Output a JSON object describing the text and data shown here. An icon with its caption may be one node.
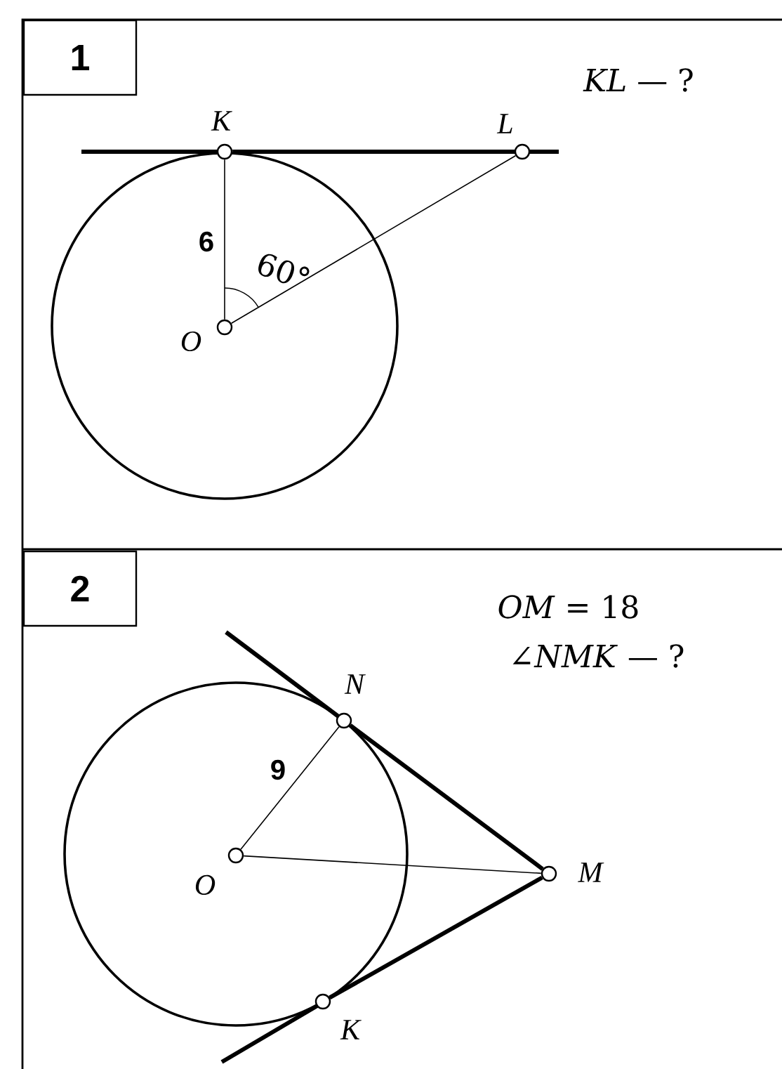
{
  "diagram": {
    "nodes": [
      {
        "text": [
          "1"
        ]
      },
      {
        "text": [],
        "shape": "circle",
        "beside": [
          "*K*"
        ]
      },
      {
        "text": [],
        "shape": "circle",
        "beside": [
          "*L*"
        ]
      },
      {
        "text": [],
        "shape": "circle",
        "beside": [
          "*O*"
        ]
      },
      {
        "text": [
          "2"
        ]
      },
      {
        "text": [],
        "shape": "circle",
        "beside": [
          "*N*"
        ]
      },
      {
        "text": [],
        "shape": "circle",
        "beside": [
          "*O*"
        ]
      },
      {
        "text": [],
        "shape": "circle",
        "beside": [
          "*M*"
        ]
      },
      {
        "text": [],
        "shape": "circle",
        "beside": [
          "*K*"
        ]
      }
    ],
    "edges": [
      {
        "from": 1,
        "to": 2,
        "arrow": "none",
        "style": "thick"
      },
      {
        "from": 1,
        "to": 3,
        "arrow": "none",
        "label": "6"
      },
      {
        "from": 3,
        "to": 2,
        "arrow": "none"
      },
      {
        "from": 6,
        "to": 5,
        "arrow": "none",
        "label": "9"
      },
      {
        "from": 6,
        "to": 7,
        "arrow": "none"
      },
      {
        "from": 5,
        "to": 7,
        "arrow": "none",
        "style": "thick"
      },
      {
        "from": 8,
        "to": 7,
        "arrow": "none",
        "style": "thick"
      }
    ],
    "labels": [
      "*KL* — ?",
      "60°",
      "*OM* = 18",
      "∠*NMK* — ?"
    ]
  }
}
